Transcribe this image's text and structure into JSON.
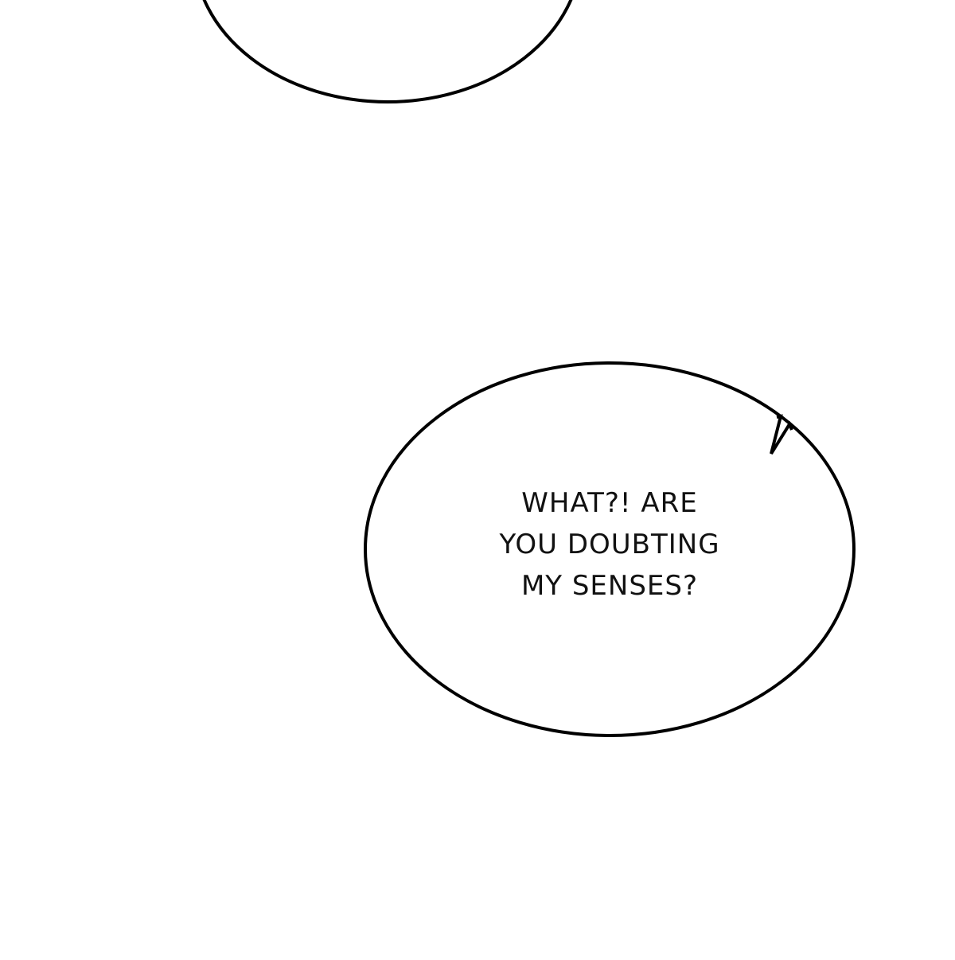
{
  "speech_bubble": {
    "lines": [
      "WHAT?! ARE",
      "YOU DOUBTING",
      "MY SENSES?"
    ]
  }
}
